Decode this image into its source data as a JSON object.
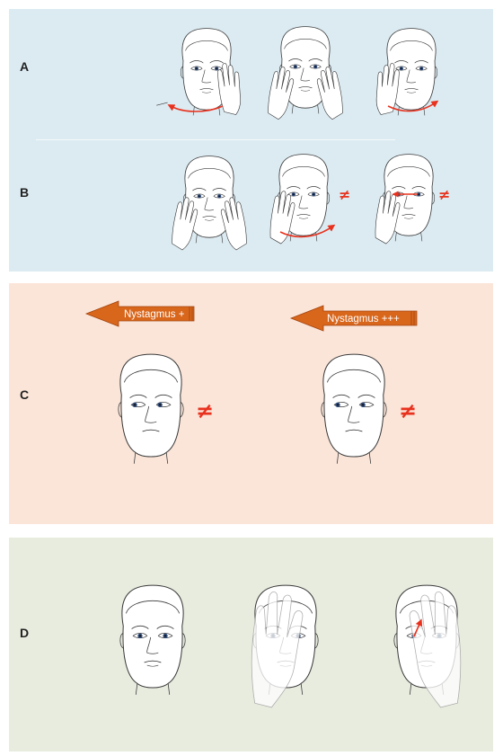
{
  "colors": {
    "panel_ab": "#dcebf2",
    "panel_c": "#fbe5d9",
    "panel_d": "#e8ecdf",
    "face_fill": "#ffffff",
    "line": "#3a3a3a",
    "red": "#e8321e",
    "orange_arrow": "#d8661b",
    "iris": "#2e4a7a"
  },
  "panels": {
    "a": {
      "label": "A"
    },
    "b": {
      "label": "B"
    },
    "c": {
      "label": "C",
      "arrows": [
        {
          "text": "Nystagmus +"
        },
        {
          "text": "Nystagmus +++"
        }
      ]
    },
    "d": {
      "label": "D"
    }
  },
  "symbols": {
    "not_equal": "≠"
  }
}
